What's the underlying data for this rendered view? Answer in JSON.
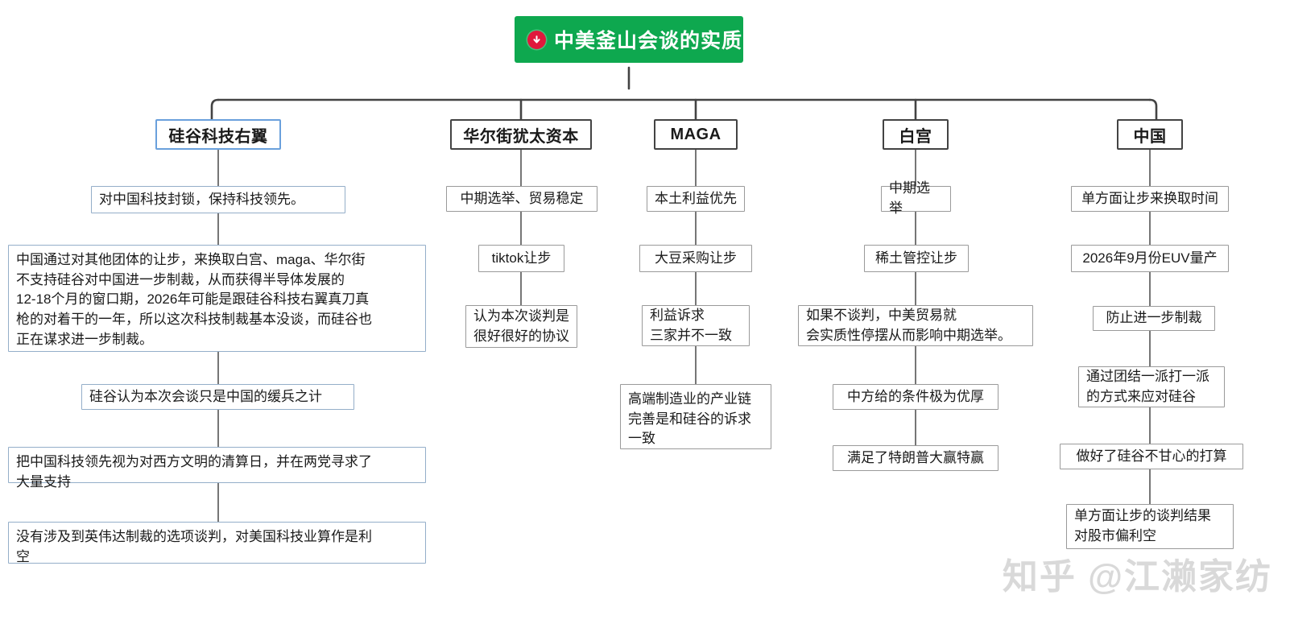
{
  "diagram": {
    "type": "mindmap-tree",
    "orientation": "top-down",
    "root": {
      "label": "中美釜山会谈的实质",
      "icon": "down-arrow-circle-icon",
      "fill_color": "#0ea84f",
      "text_color": "#ffffff",
      "icon_color": "#e0183c"
    },
    "branches": [
      {
        "id": "silicon-valley",
        "label": "硅谷科技右翼",
        "selected": true,
        "border_color": "#6aa0dc",
        "children": [
          "对中国科技封锁，保持科技领先。",
          "中国通过对其他团体的让步，来换取白宫、maga、华尔街\n不支持硅谷对中国进一步制裁，从而获得半导体发展的\n12-18个月的窗口期，2026年可能是跟硅谷科技右翼真刀真\n枪的对着干的一年，所以这次科技制裁基本没谈，而硅谷也\n正在谋求进一步制裁。",
          "硅谷认为本次会谈只是中国的缓兵之计",
          "把中国科技领先视为对西方文明的清算日，并在两党寻求了\n大量支持",
          "没有涉及到英伟达制裁的选项谈判，对美国科技业算作是利\n空"
        ]
      },
      {
        "id": "wall-street",
        "label": "华尔街犹太资本",
        "selected": false,
        "border_color": "#434343",
        "children": [
          "中期选举、贸易稳定",
          "tiktok让步",
          "认为本次谈判是\n很好很好的协议"
        ]
      },
      {
        "id": "maga",
        "label": "MAGA",
        "selected": false,
        "border_color": "#434343",
        "children": [
          "本土利益优先",
          "大豆采购让步",
          "利益诉求\n三家并不一致",
          "高端制造业的产业链\n完善是和硅谷的诉求\n一致"
        ]
      },
      {
        "id": "white-house",
        "label": "白宫",
        "selected": false,
        "border_color": "#434343",
        "children": [
          "中期选举",
          "稀土管控让步",
          "如果不谈判，中美贸易就\n会实质性停摆从而影响中期选举。",
          "中方给的条件极为优厚",
          "满足了特朗普大赢特赢"
        ]
      },
      {
        "id": "china",
        "label": "中国",
        "selected": false,
        "border_color": "#434343",
        "children": [
          "单方面让步来换取时间",
          "2026年9月份EUV量产",
          "防止进一步制裁",
          "通过团结一派打一派\n的方式来应对硅谷",
          "做好了硅谷不甘心的打算",
          "单方面让步的谈判结果\n对股市偏利空"
        ]
      }
    ]
  },
  "watermark": {
    "text": "知乎 @江濑家纺",
    "color": "#d9d9d9"
  }
}
